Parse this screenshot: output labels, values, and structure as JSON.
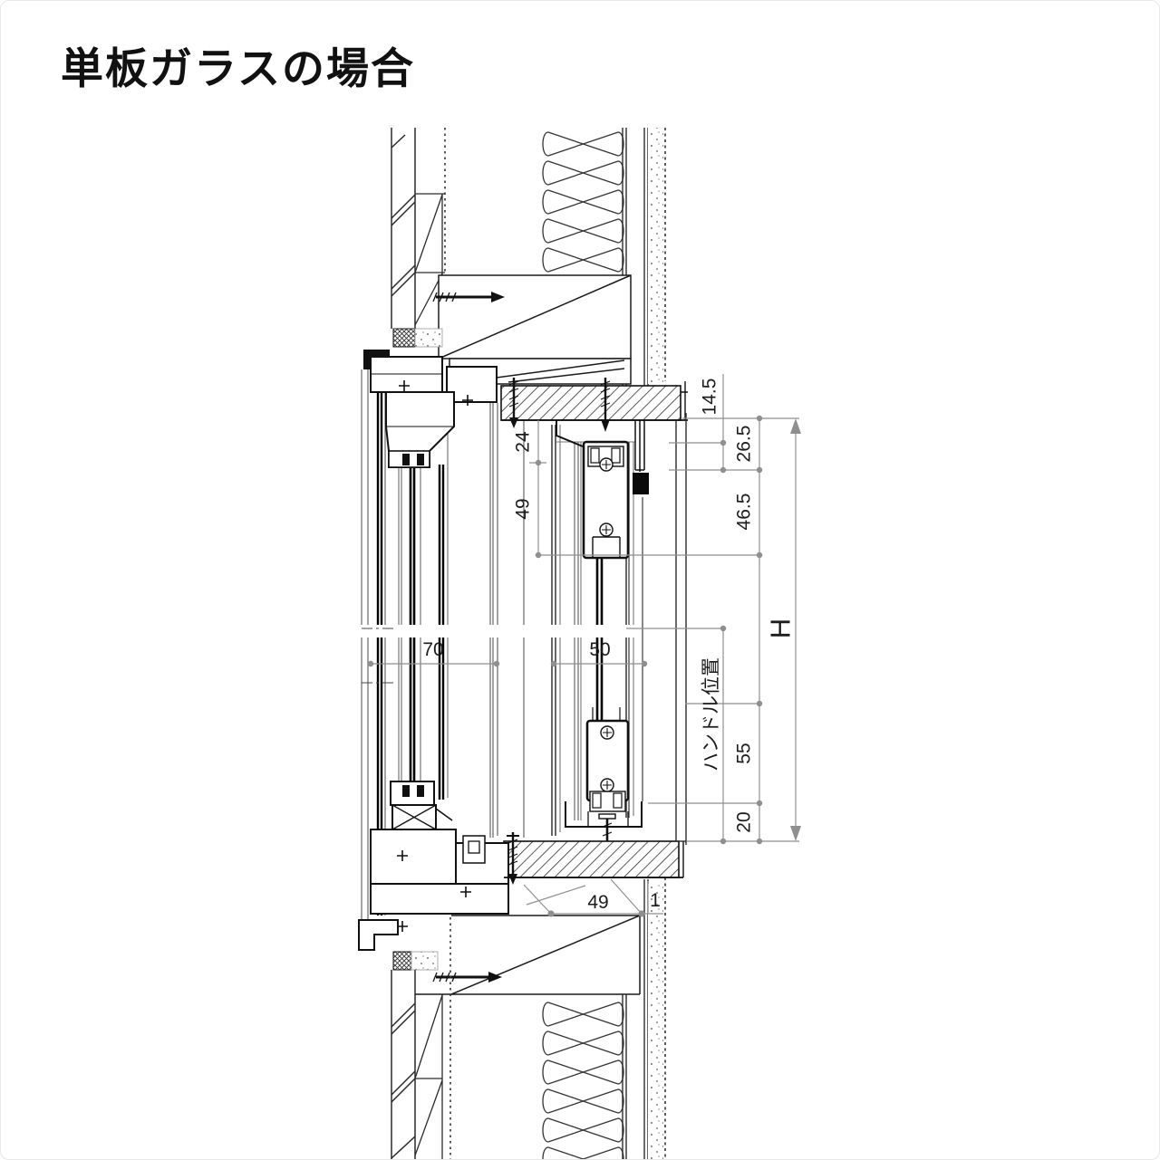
{
  "page": {
    "title": "単板ガラスの場合"
  },
  "drawing": {
    "type": "window-vertical-section-detail",
    "glazing": "single-pane",
    "dims": {
      "d14_5": "14.5",
      "d26_5": "26.5",
      "d46_5": "46.5",
      "d24": "24",
      "d49_top": "49",
      "d70": "70",
      "d50": "50",
      "height_symbol": "H",
      "handle_label": "ハンドル位置",
      "d55": "55",
      "d20": "20",
      "d49_bottom": "49",
      "d1": "1"
    },
    "colors": {
      "line": "#1a1a1a",
      "dim": "#8f8f8f",
      "text": "#1c1c1c",
      "bg": "#ffffff"
    }
  }
}
